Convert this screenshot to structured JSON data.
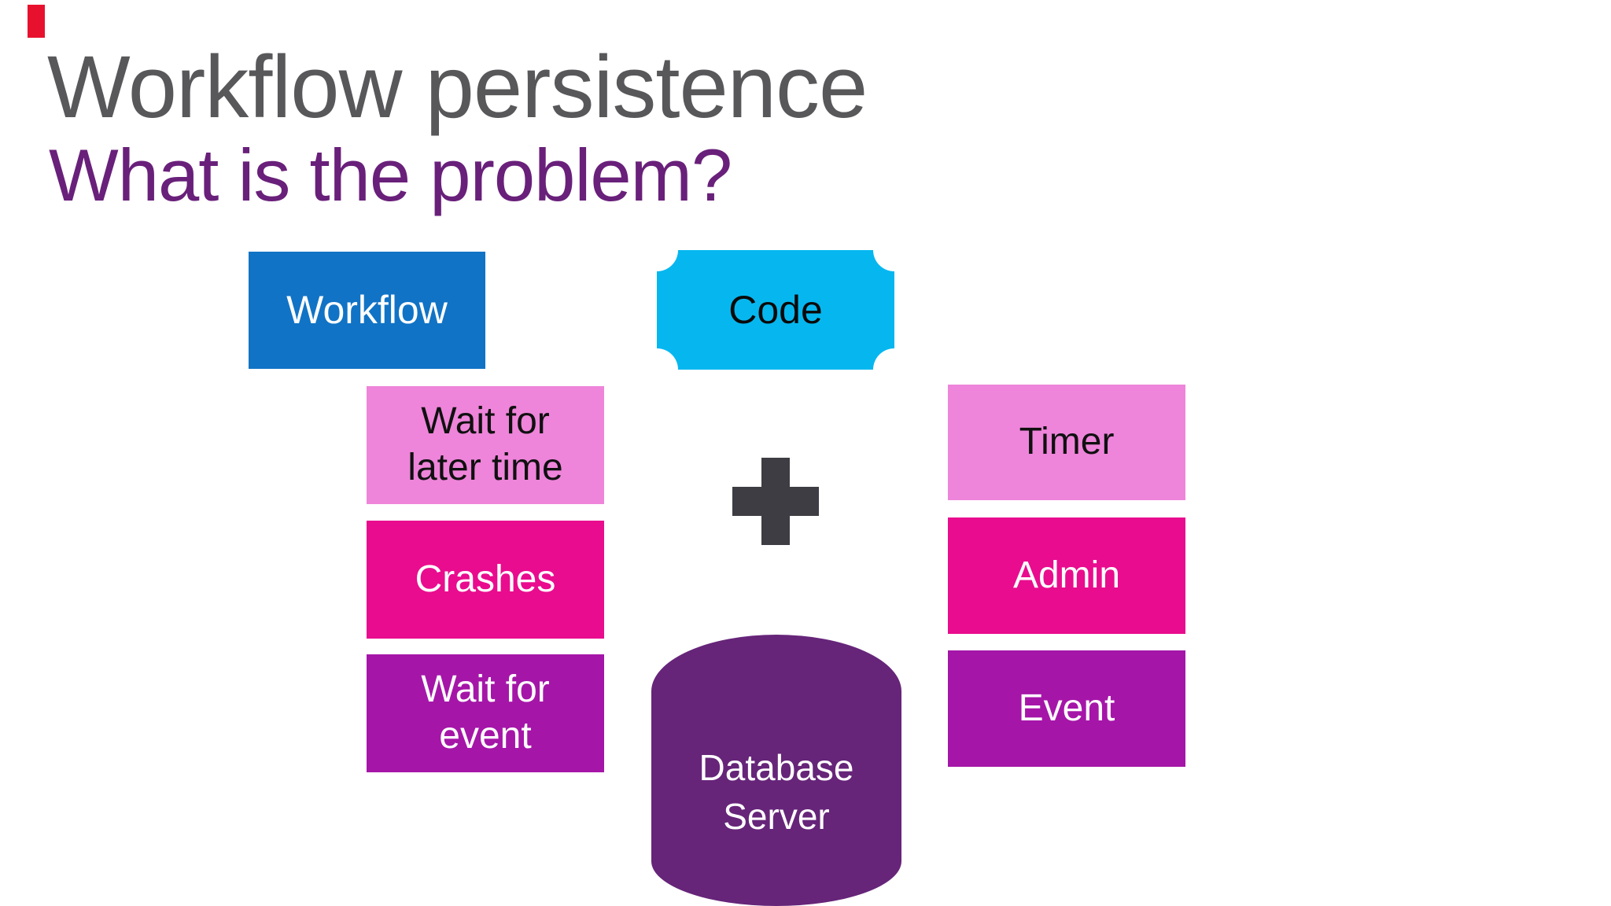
{
  "slide": {
    "title": "Workflow persistence",
    "subtitle": "What is the problem?"
  },
  "colors": {
    "title_text": "#58585b",
    "subtitle_text": "#69207a",
    "workflow_blue": "#1173c5",
    "code_cyan": "#06b7ef",
    "light_pink": "#ee85da",
    "magenta": "#e90c8e",
    "purple": "#a516a8",
    "database_purple": "#662579",
    "plus_gray": "#3d3d43",
    "red_marker": "#e8112d"
  },
  "diagram": {
    "workflow_box": {
      "label": "Workflow"
    },
    "code_shape": {
      "label": "Code"
    },
    "plus_icon": "plus-sign",
    "workflow_triggers": [
      {
        "label": "Wait for later time",
        "color": "#ee85da"
      },
      {
        "label": "Crashes",
        "color": "#e90c8e"
      },
      {
        "label": "Wait for event",
        "color": "#a516a8"
      }
    ],
    "code_triggers": [
      {
        "label": "Timer",
        "color": "#ee85da"
      },
      {
        "label": "Admin",
        "color": "#e90c8e"
      },
      {
        "label": "Event",
        "color": "#a516a8"
      }
    ],
    "database": {
      "label": "Database Server"
    }
  }
}
